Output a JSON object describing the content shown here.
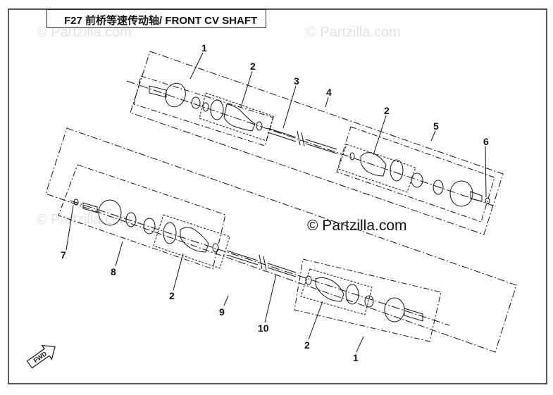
{
  "title": "F27  前桥等速传动轴/ FRONT CV SHAFT",
  "watermark_faint": "© Partzilla.com",
  "watermark_main": "© Partzilla.com",
  "fwd_label": "FWD",
  "callouts": {
    "upper_1": "1",
    "upper_2a": "2",
    "upper_3": "3",
    "upper_4": "4",
    "upper_2b": "2",
    "upper_5": "5",
    "upper_6": "6",
    "lower_7": "7",
    "lower_8": "8",
    "lower_2a": "2",
    "lower_9": "9",
    "lower_10": "10",
    "lower_2b": "2",
    "lower_1": "1"
  },
  "colors": {
    "line": "#111111",
    "watermark": "#e2e2e2",
    "background": "#ffffff"
  }
}
